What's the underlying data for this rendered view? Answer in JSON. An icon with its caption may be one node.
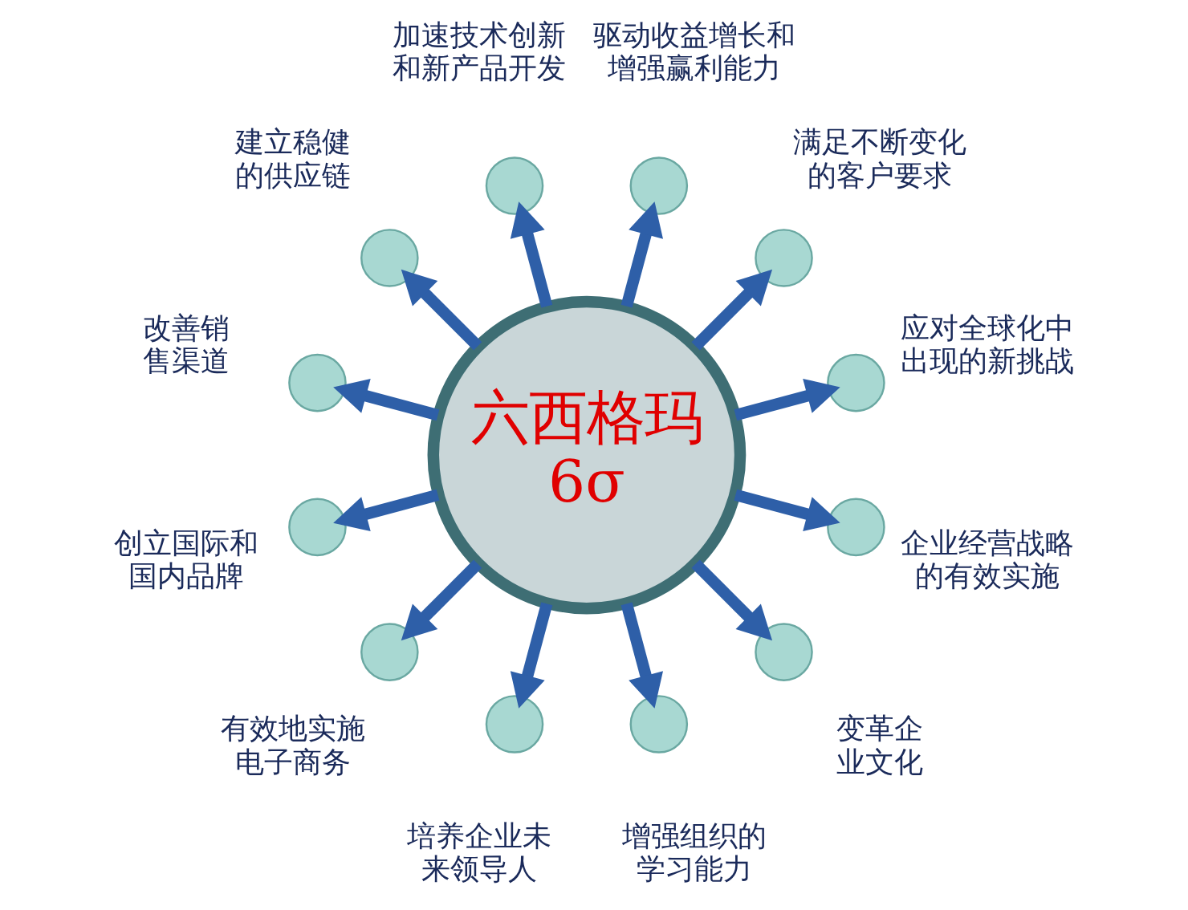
{
  "diagram": {
    "nodes": [
      {
        "text": [
          "六西格玛",
          "6σ"
        ]
      },
      {
        "text": [],
        "shape": "circle",
        "beside": [
          "应对全球化中出现的新挑战"
        ]
      },
      {
        "text": [],
        "shape": "circle",
        "beside": [
          "满足不断变化的客户要求"
        ]
      },
      {
        "text": [],
        "shape": "circle",
        "beside": [
          "驱动收益增长和增强赢利能力"
        ]
      },
      {
        "text": [],
        "shape": "circle",
        "beside": [
          "加速技术创新和新产品开发"
        ]
      },
      {
        "text": [],
        "shape": "circle",
        "beside": [
          "建立稳健的供应链"
        ]
      },
      {
        "text": [],
        "shape": "circle",
        "beside": [
          "改善销售渠道"
        ]
      },
      {
        "text": [],
        "shape": "circle",
        "beside": [
          "创立国际和国内品牌"
        ]
      },
      {
        "text": [],
        "shape": "circle",
        "beside": [
          "有效地实施电子商务"
        ]
      },
      {
        "text": [],
        "shape": "circle",
        "beside": [
          "培养企业未来领导人"
        ]
      },
      {
        "text": [],
        "shape": "circle",
        "beside": [
          "增强组织的学习能力"
        ]
      },
      {
        "text": [],
        "shape": "circle",
        "beside": [
          "变革企业文化"
        ]
      },
      {
        "text": [],
        "shape": "circle",
        "beside": [
          "企业经营战略的有效实施"
        ]
      }
    ],
    "edges": [
      {
        "from": 0,
        "to": 1,
        "arrow": "to"
      },
      {
        "from": 0,
        "to": 2,
        "arrow": "to"
      },
      {
        "from": 0,
        "to": 3,
        "arrow": "to"
      },
      {
        "from": 0,
        "to": 4,
        "arrow": "to"
      },
      {
        "from": 0,
        "to": 5,
        "arrow": "to"
      },
      {
        "from": 0,
        "to": 6,
        "arrow": "to"
      },
      {
        "from": 0,
        "to": 7,
        "arrow": "to"
      },
      {
        "from": 0,
        "to": 8,
        "arrow": "to"
      },
      {
        "from": 0,
        "to": 9,
        "arrow": "to"
      },
      {
        "from": 0,
        "to": 10,
        "arrow": "to"
      },
      {
        "from": 0,
        "to": 11,
        "arrow": "to"
      },
      {
        "from": 0,
        "to": 12,
        "arrow": "to"
      }
    ]
  }
}
